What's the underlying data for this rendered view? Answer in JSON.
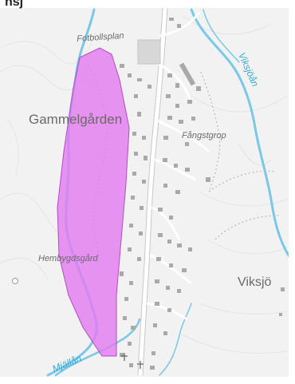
{
  "header": {
    "text": "nsj"
  },
  "colors": {
    "land": "#f2f2f2",
    "contour": "#e6e6e6",
    "water": "#7ac8e8",
    "road": "#ffffff",
    "road_edge": "#cfcfcf",
    "building": "#a9a9a9",
    "area_fill": "#e27cf0",
    "area_stroke": "#b04ec2",
    "trail": "#bdbdbd"
  },
  "labels": {
    "fotbollsplan": "Fotbollsplan",
    "gammelgarden": "Gammelgården",
    "fangstgrop": "Fångstgrop",
    "viksjoan": "Viksjöån",
    "hembygdsgard": "Hembygdsgård",
    "viksjo": "Viksjö",
    "mjallan": "Mjällån"
  },
  "icons": [
    "map-pin-icon",
    "church-icon"
  ]
}
